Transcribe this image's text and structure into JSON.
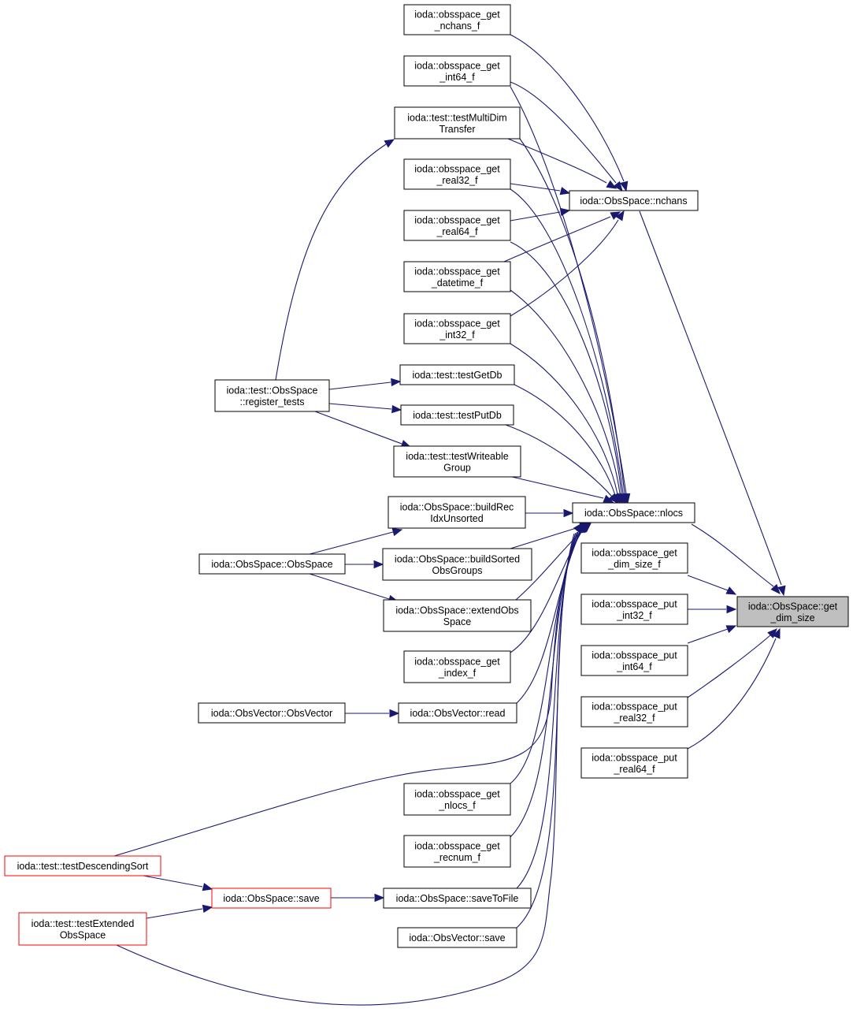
{
  "colors": {
    "edge": "#191970",
    "node_border": "#000000",
    "truncated_border": "#ff0000",
    "current_fill": "#bfbfbf"
  },
  "nodes": {
    "get_dim_size": [
      "ioda::ObsSpace::get",
      "_dim_size"
    ],
    "nchans": [
      "ioda::ObsSpace::nchans"
    ],
    "nlocs": [
      "ioda::ObsSpace::nlocs"
    ],
    "get_dim_size_f": [
      "ioda::obsspace_get",
      "_dim_size_f"
    ],
    "put_int32_f": [
      "ioda::obsspace_put",
      "_int32_f"
    ],
    "put_int64_f": [
      "ioda::obsspace_put",
      "_int64_f"
    ],
    "put_real32_f": [
      "ioda::obsspace_put",
      "_real32_f"
    ],
    "put_real64_f": [
      "ioda::obsspace_put",
      "_real64_f"
    ],
    "get_nchans_f": [
      "ioda::obsspace_get",
      "_nchans_f"
    ],
    "get_int64_f": [
      "ioda::obsspace_get",
      "_int64_f"
    ],
    "testMultiDim": [
      "ioda::test::testMultiDim",
      "Transfer"
    ],
    "get_real32_f": [
      "ioda::obsspace_get",
      "_real32_f"
    ],
    "get_real64_f": [
      "ioda::obsspace_get",
      "_real64_f"
    ],
    "get_datetime_f": [
      "ioda::obsspace_get",
      "_datetime_f"
    ],
    "get_int32_f": [
      "ioda::obsspace_get",
      "_int32_f"
    ],
    "testGetDb": [
      "ioda::test::testGetDb"
    ],
    "testPutDb": [
      "ioda::test::testPutDb"
    ],
    "testWriteable": [
      "ioda::test::testWriteable",
      "Group"
    ],
    "buildRec": [
      "ioda::ObsSpace::buildRec",
      "IdxUnsorted"
    ],
    "buildSorted": [
      "ioda::ObsSpace::buildSorted",
      "ObsGroups"
    ],
    "extendObs": [
      "ioda::ObsSpace::extendObs",
      "Space"
    ],
    "get_index_f": [
      "ioda::obsspace_get",
      "_index_f"
    ],
    "vec_read": [
      "ioda::ObsVector::read"
    ],
    "get_nlocs_f": [
      "ioda::obsspace_get",
      "_nlocs_f"
    ],
    "get_recnum_f": [
      "ioda::obsspace_get",
      "_recnum_f"
    ],
    "saveToFile": [
      "ioda::ObsSpace::saveToFile"
    ],
    "vec_save": [
      "ioda::ObsVector::save"
    ],
    "register_tests": [
      "ioda::test::ObsSpace",
      "::register_tests"
    ],
    "ObsSpace_ctor": [
      "ioda::ObsSpace::ObsSpace"
    ],
    "ObsVector_ctor": [
      "ioda::ObsVector::ObsVector"
    ],
    "space_save": [
      "ioda::ObsSpace::save"
    ],
    "testDescSort": [
      "ioda::test::testDescendingSort"
    ],
    "testExtended": [
      "ioda::test::testExtended",
      "ObsSpace"
    ]
  }
}
